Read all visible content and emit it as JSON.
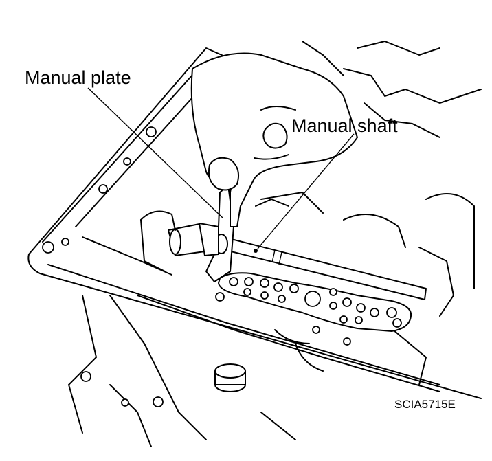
{
  "labels": {
    "manual_plate": "Manual plate",
    "manual_shaft": "Manual shaft",
    "figure_code": "SCIA5715E"
  }
}
